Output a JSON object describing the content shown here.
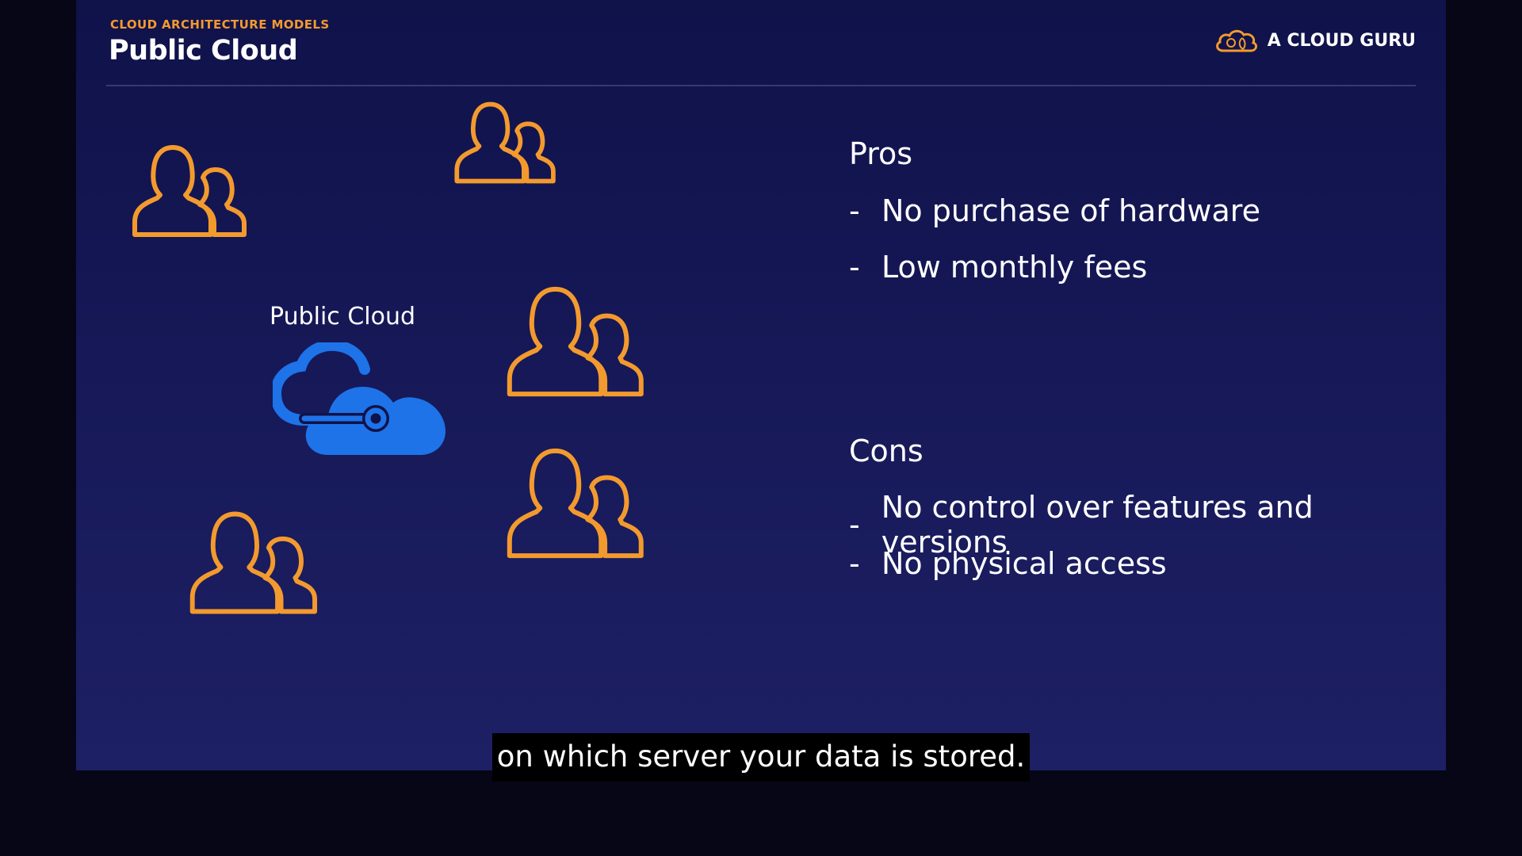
{
  "slide": {
    "eyebrow": "CLOUD ARCHITECTURE MODELS",
    "title": "Public Cloud",
    "brand": {
      "name": "A CLOUD GURU",
      "icon": "cloud-guru-logo-icon"
    },
    "diagram": {
      "cloud_label": "Public Cloud",
      "cloud_icon": "cloud-network-icon",
      "user_groups": 5,
      "user_icon": "user-group-icon"
    },
    "pros": {
      "heading": "Pros",
      "items": [
        "No purchase of hardware",
        "Low monthly fees"
      ]
    },
    "cons": {
      "heading": "Cons",
      "items": [
        "No control over features and versions",
        "No physical access"
      ]
    },
    "bullet_marker": "-"
  },
  "caption": "on which server your data is stored.",
  "colors": {
    "accent": "#f39a2e",
    "cloud": "#1e73e8",
    "background": "#141656",
    "text": "#ffffff"
  }
}
